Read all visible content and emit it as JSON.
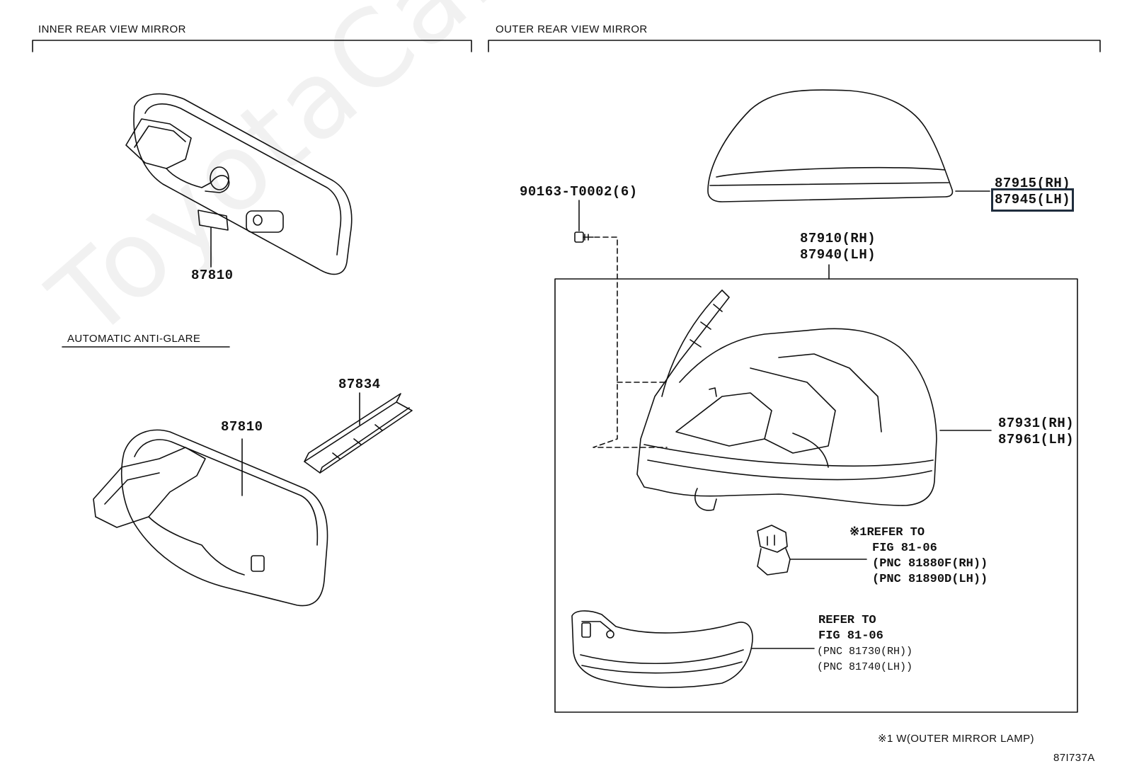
{
  "sections": {
    "inner": "INNER REAR VIEW MIRROR",
    "outer": "OUTER REAR VIEW MIRROR",
    "anti_glare": "AUTOMATIC ANTI-GLARE"
  },
  "parts": {
    "p87810_a": "87810",
    "p87810_b": "87810",
    "p87834": "87834",
    "screw": "90163-T0002(6)",
    "cover_rh": "87915(RH)",
    "cover_lh": "87945(LH)",
    "assy_rh": "87910(RH)",
    "assy_lh": "87940(LH)",
    "housing_rh": "87931(RH)",
    "housing_lh": "87961(LH)"
  },
  "refs": {
    "lamp": {
      "line1": "※1REFER TO",
      "line2": "FIG 81-06",
      "line3": "(PNC 81880F(RH))",
      "line4": "(PNC 81890D(LH))"
    },
    "signal": {
      "line1": "REFER TO",
      "line2": "FIG 81-06",
      "line3": "(PNC 81730(RH))",
      "line4": "(PNC 81740(LH))"
    }
  },
  "footnote": "※1 W(OUTER MIRROR LAMP)",
  "figure_code": "87I737A",
  "watermark": "ToyotaCarMine.ru",
  "highlight_color": "#1f2d3d"
}
